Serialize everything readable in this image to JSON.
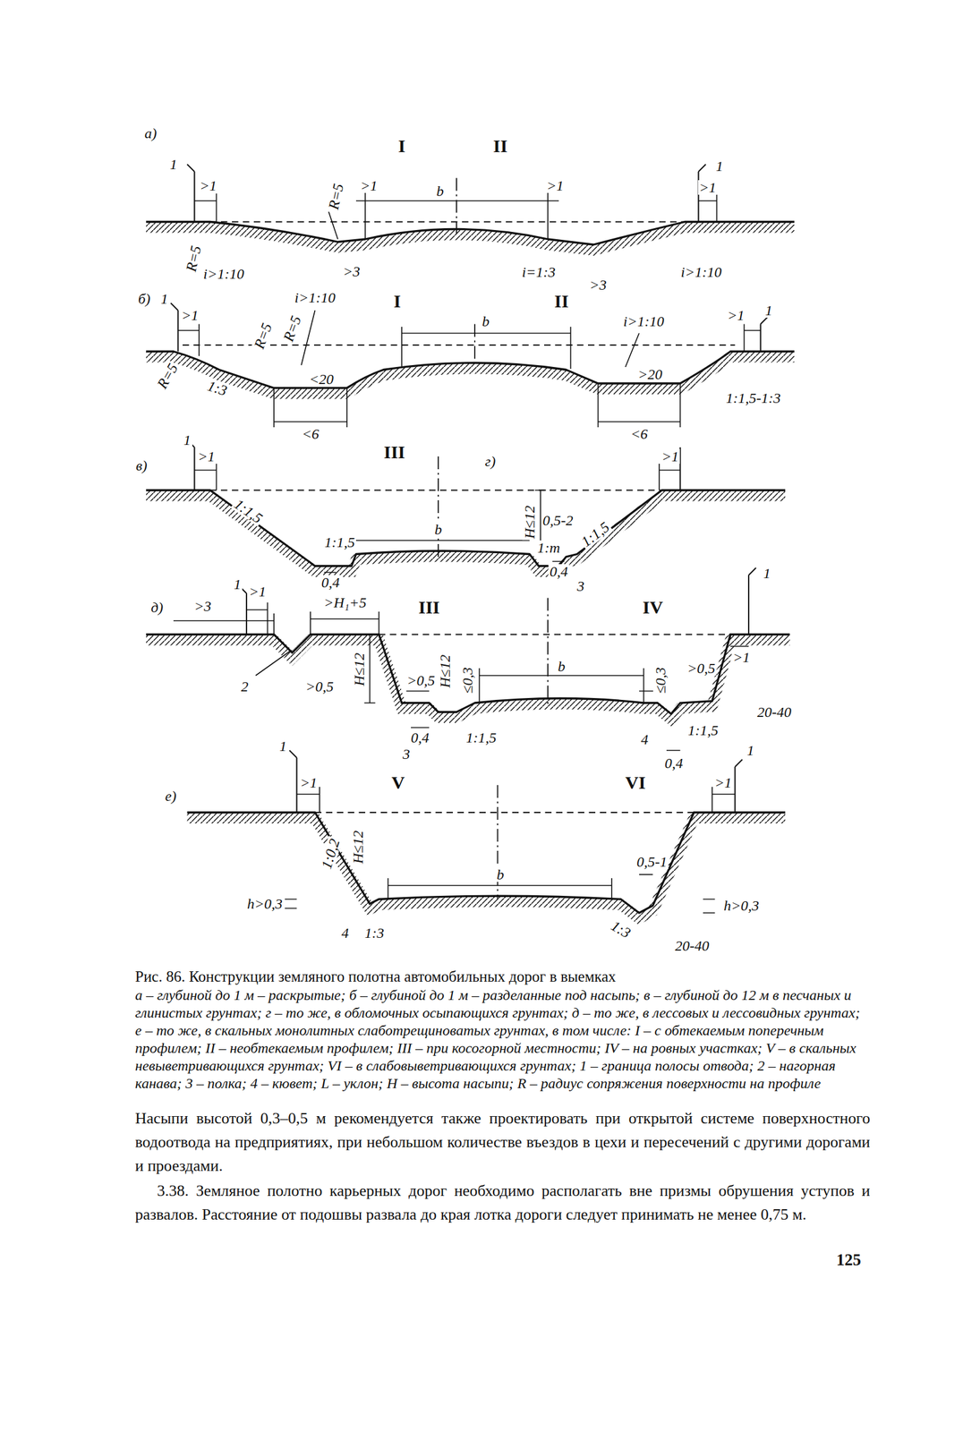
{
  "diagram": {
    "caption": "Рис. 86. Конструкции земляного полотна автомобильных дорог в выемках",
    "labels": [
      "а)",
      "I",
      "II",
      "1",
      ">1",
      "R=5",
      ">1",
      "b",
      ">1",
      ">1",
      "1",
      "R=5",
      "i>1:10",
      ">3",
      "i=1:3",
      ">3",
      "i>1:10",
      "б)",
      "1",
      ">1",
      "i>1:10",
      "I",
      "II",
      "b",
      "i>1:10",
      ">1",
      "1",
      "R=5",
      "R=5",
      "R=5",
      "1:3",
      "<20",
      "<6",
      ">20",
      "<6",
      "1:1,5-1:3",
      "в)",
      "1",
      ">1",
      "III",
      "г)",
      ">1",
      "1:1,5",
      "1:1,5",
      "b",
      "H≤12",
      "0,5-2",
      "1:1,5",
      "1:m",
      "0,4",
      "0,4",
      "3",
      "д)",
      ">3",
      "1",
      ">1",
      ">H₁+5",
      "III",
      "IV",
      "1",
      ">1",
      "2",
      ">0,5",
      "H≤12",
      ">0,5",
      "H≤12",
      "≤0,3",
      "b",
      "≤0,3",
      ">0,5",
      "20-40",
      "3",
      "0,4",
      "1:1,5",
      "4",
      "1:1,5",
      "0,4",
      "е)",
      "1",
      ">1",
      "V",
      "VI",
      ">1",
      "1",
      "1:0,2",
      "H≤12",
      "b",
      "0,5-1",
      "h>0,3",
      "h>0,3",
      "4",
      "1:3",
      "1:3",
      "20-40",
      "а – глубиной до 1 м – раскрытые; б – глубиной до 1 м – разделанные под насыпь; в – глубиной до 12 м в песчаных и глинистых грунтах; г – то же, в обломочных осыпающихся грунтах; д – то же, в лессовых и лессовидных грунтах; е – то же, в скальных монолитных слаботрещиноватых грунтах, в том числе: I – с обтекаемым поперечным профилем; II – необтекаемым профилем; III – при косогорной местности; IV – на ровных участках; V – в скальных невыветривающихся грунтах; VI – в слабовыветривающихся грунтах; 1 – граница полосы отвода; 2 – нагорная канава; 3 – полка; 4 – кювет; L – уклон; H – высота насыпи; R – радиус сопряжения поверхности на профиле",
      "Насыпи высотой 0,3–0,5 м рекомендуется также проектировать при открытой системе поверхностного водоотвода на предприятиях, при небольшом количестве въездов в цехи и пересечений с другими дорогами и проездами.",
      "3.38. Земляное полотно карьерных дорог необходимо располагать вне призмы обрушения уступов и развалов. Расстояние от подошвы развала до края лотка дороги следует принимать не менее 0,75 м.",
      "125"
    ]
  }
}
